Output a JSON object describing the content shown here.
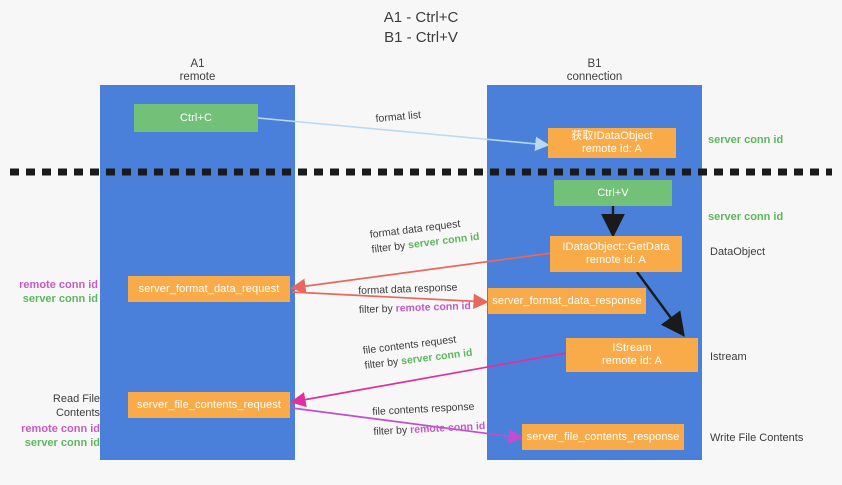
{
  "title": "A1 - Ctrl+C\nB1 - Ctrl+V",
  "columns": {
    "left": "A1\nremote",
    "right": "B1\nconnection"
  },
  "nodes": {
    "ctrl_c": "Ctrl+C",
    "get_idataobject": "获取IDataObject\nremote id: A",
    "ctrl_v": "Ctrl+V",
    "idataobject_getdata": "IDataObject::GetData\nremote id: A",
    "istream": "IStream\nremote id: A",
    "server_format_data_request": "server_format_data_request",
    "server_format_data_response": "server_format_data_response",
    "server_file_contents_request": "server_file_contents_request",
    "server_file_contents_response": "server_file_contents_response"
  },
  "edges": {
    "format_list": "format list",
    "format_data_request": "format data request",
    "format_data_request_filter_prefix": "filter by ",
    "format_data_request_filter_value": "server conn id",
    "format_data_response": "format data response",
    "format_data_response_filter_prefix": "filter by ",
    "format_data_response_filter_value": "remote conn id",
    "file_contents_request": "file contents request",
    "file_contents_request_filter_prefix": "filter by ",
    "file_contents_request_filter_value": "server conn id",
    "file_contents_response": "file contents response",
    "file_contents_response_filter_prefix": "filter by ",
    "file_contents_response_filter_value": "remote conn id"
  },
  "annotations": {
    "right_server_conn_id_1": "server conn id",
    "right_server_conn_id_2": "server conn id",
    "dataobject": "DataObject",
    "istream_label": "Istream",
    "write_file_contents": "Write File Contents",
    "read_file_contents": "Read File Contents",
    "left_remote_conn_id_1": "remote conn id",
    "left_server_conn_id_1": "server conn id",
    "left_remote_conn_id_2": "remote conn id",
    "left_server_conn_id_2": "server conn id"
  },
  "colors": {
    "lane": "#4a80d9",
    "green_box": "#73c078",
    "orange_box": "#f9ab4a",
    "server_conn_id": "#5cb85c",
    "remote_conn_id": "#c45cc4",
    "arrow_blue": "#bcd9f2",
    "arrow_red": "#e8685d",
    "arrow_purple": "#bf4fd0",
    "arrow_magenta": "#e0309a",
    "arrow_black": "#1a1a1a",
    "background": "#f7f7f7"
  }
}
